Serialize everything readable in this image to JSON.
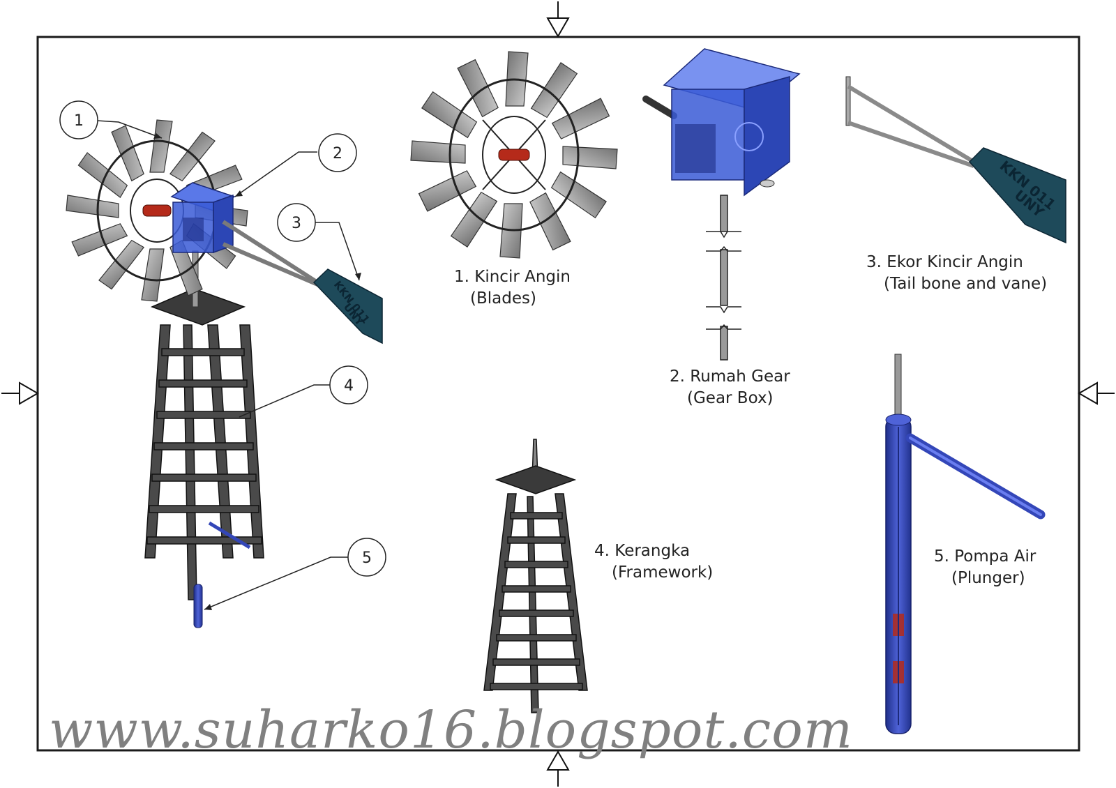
{
  "parts": [
    {
      "number": "1",
      "name": "1. Kincir Angin",
      "english": "(Blades)"
    },
    {
      "number": "2",
      "name": "2. Rumah Gear",
      "english": "(Gear Box)"
    },
    {
      "number": "3",
      "name": "3. Ekor Kincir Angin",
      "english": "(Tail bone and vane)"
    },
    {
      "number": "4",
      "name": "4. Kerangka",
      "english": "(Framework)"
    },
    {
      "number": "5",
      "name": "5. Pompa Air",
      "english": "(Plunger)"
    }
  ],
  "vane_text": {
    "line1": "KKN 011",
    "line2": "UNY"
  },
  "watermark": "www.suharko16.blogspot.com",
  "colors": {
    "frame": "#1a1a1a",
    "tower": "#3d3d3d",
    "blade": "#8c8c8c",
    "gearbox": "#3a5bd6",
    "hub": "#b52a1a",
    "vane": "#1e4a5a",
    "pump": "#3346b8",
    "watermark": "#808080"
  }
}
